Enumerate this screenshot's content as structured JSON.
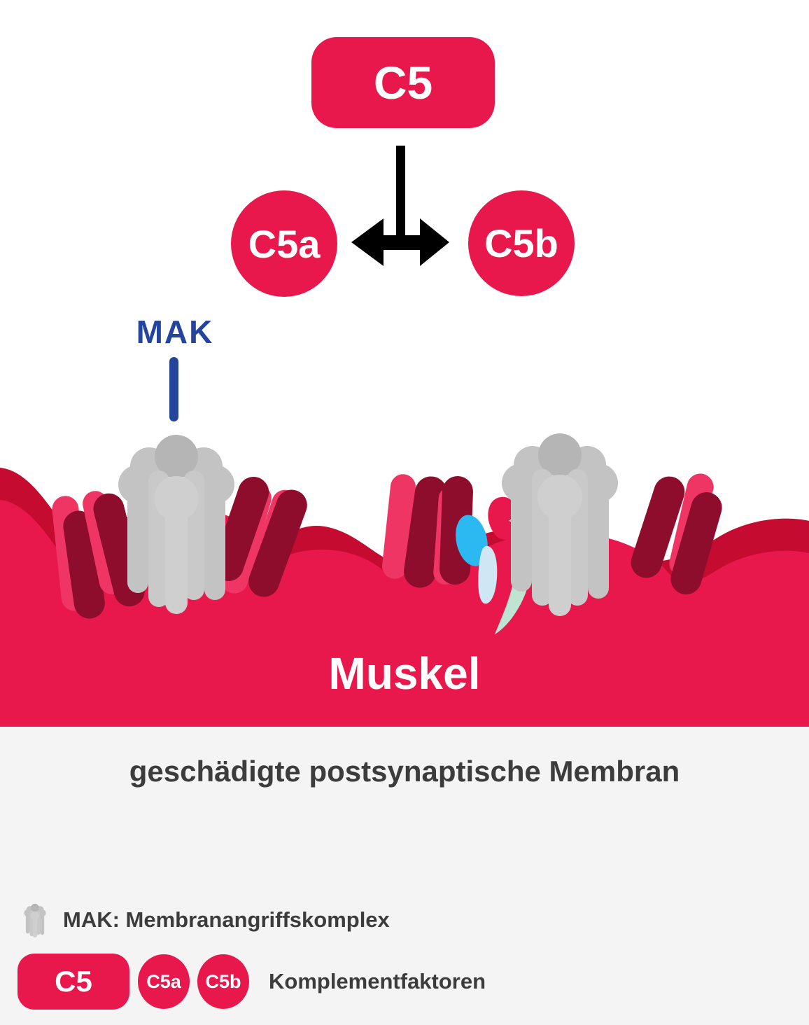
{
  "diagram": {
    "nodes": {
      "c5": "C5",
      "c5a": "C5a",
      "c5b": "C5b"
    },
    "mak_label": "MAK",
    "membrane_label": "Muskel",
    "caption": "geschädigte postsynaptische Membran"
  },
  "legend": {
    "mak_entry": {
      "icon": "mak-complex-icon",
      "label": "MAK: Membranangriffskomplex"
    },
    "complement_entry": {
      "chip_c5": "C5",
      "chip_c5a": "C5a",
      "chip_c5b": "C5b",
      "label": "Komplementfaktoren"
    }
  },
  "colors": {
    "accent_crimson": "#E8184C",
    "membrane_ribbon": "#C60B30",
    "fold_maroon": "#8E0C2C",
    "fold_pink": "#EE3563",
    "mak_navy": "#24459B",
    "mak_grey_dark": "#B5B5B5",
    "mak_grey_mid": "#C3C3C3",
    "mak_grey_light": "#CFCFCF",
    "fragment_cyan": "#2CB8F0",
    "fragment_ice_blue": "#CFE7F4",
    "fragment_mint": "#BFE4D1",
    "footer_bg": "#F4F4F5",
    "text_dark": "#3C3C3C",
    "arrow_black": "#000000"
  }
}
